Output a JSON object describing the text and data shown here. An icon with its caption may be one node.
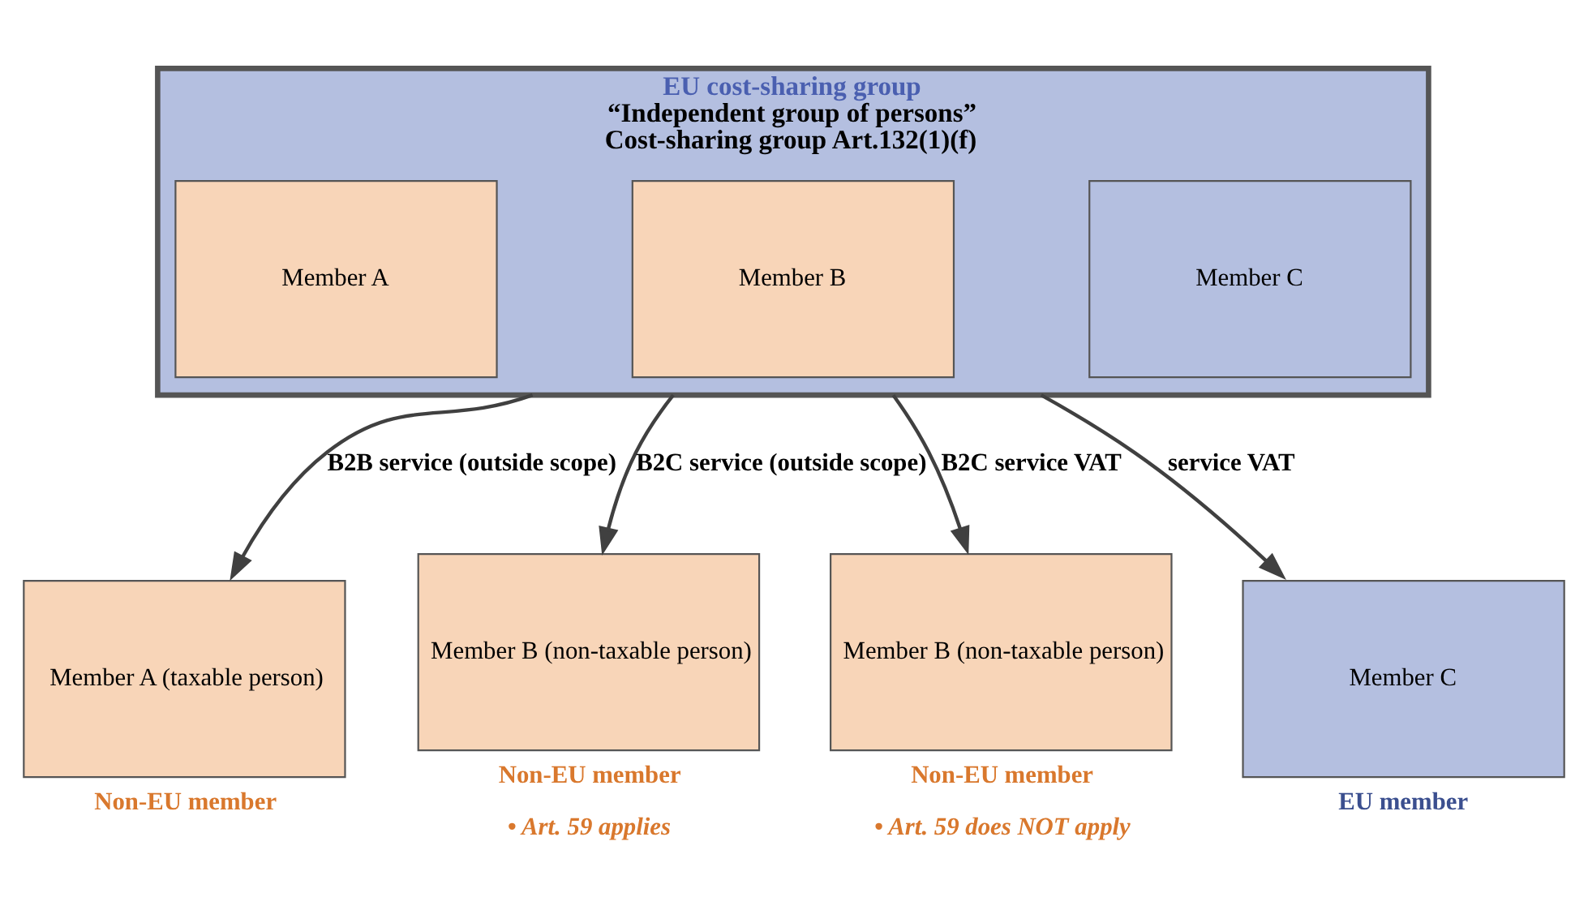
{
  "diagram": {
    "nodes": [
      {
        "text": [
          "EU cost-sharing group",
          "“Independent group of persons”",
          "Cost-sharing group Art.132(1)(f)"
        ]
      },
      {
        "text": [
          "Member A"
        ],
        "in": 0
      },
      {
        "text": [
          "Member B"
        ],
        "in": 0
      },
      {
        "text": [
          "Member C"
        ],
        "in": 0
      },
      {
        "text": [
          "Member A (taxable person)"
        ],
        "beside": [
          "Non-EU member"
        ]
      },
      {
        "text": [
          "Member B (non-taxable person)"
        ],
        "beside": [
          "Non-EU member",
          "• Art. 59 applies"
        ]
      },
      {
        "text": [
          "Member B (non-taxable person)"
        ],
        "beside": [
          "Non-EU member",
          "• Art. 59 does NOT apply"
        ]
      },
      {
        "text": [
          "Member C"
        ],
        "beside": [
          "EU member"
        ]
      }
    ],
    "edges": [
      {
        "from": 0,
        "to": 4,
        "arrow": "to",
        "label": "B2B service (outside scope)"
      },
      {
        "from": 0,
        "to": 5,
        "arrow": "to",
        "label": "B2C service (outside scope)"
      },
      {
        "from": 0,
        "to": 6,
        "arrow": "to",
        "label": "B2C service VAT"
      },
      {
        "from": 0,
        "to": 7,
        "arrow": "to",
        "label": "service VAT"
      }
    ]
  }
}
